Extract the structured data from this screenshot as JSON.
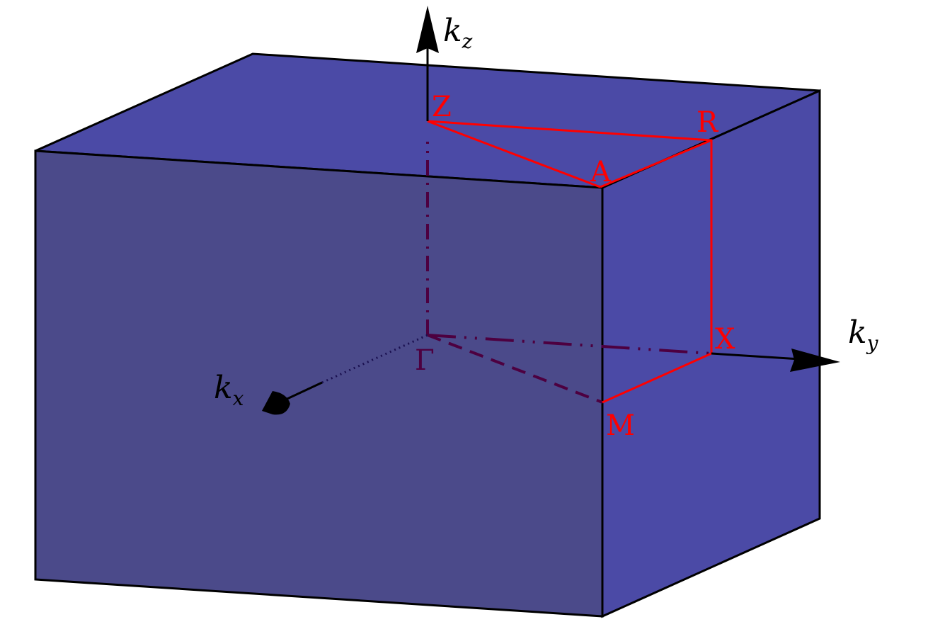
{
  "points": {
    "gamma": "Γ",
    "z": "Z",
    "a": "A",
    "r": "R",
    "x": "X",
    "m": "M"
  },
  "axes": {
    "kx": "k",
    "kx_sub": "x",
    "ky": "k",
    "ky_sub": "y",
    "kz": "k",
    "kz_sub": "z"
  },
  "colors": {
    "front_face": "#4b4a8a",
    "side_face": "#4b4aa6",
    "path": "#ff0000",
    "hidden": "#4d0040",
    "edge": "#000000"
  }
}
